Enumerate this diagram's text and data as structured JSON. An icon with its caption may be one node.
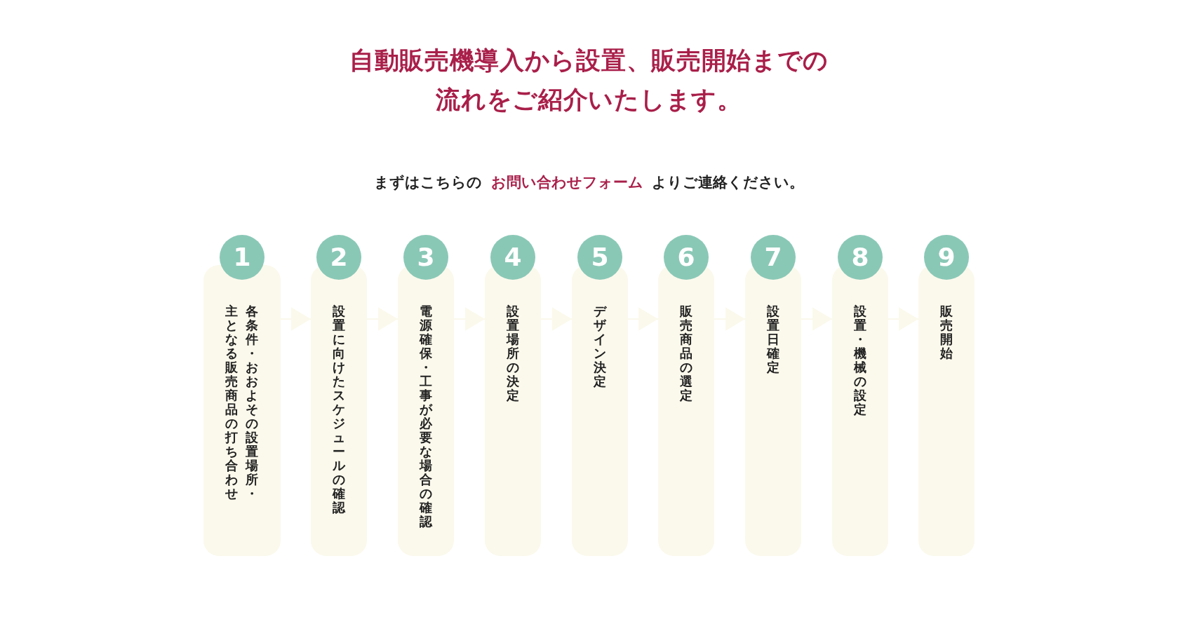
{
  "diagram": {
    "title": "自動販売機導入から設置、販売開始までの流れをご紹介いたします。",
    "nodes": [
      {
        "text": [
          "1",
          "各条件・おおよその設置場所・主となる販売商品の打ち合わせ"
        ]
      },
      {
        "text": [
          "2",
          "設置に向けたスケジュールの確認"
        ]
      },
      {
        "text": [
          "3",
          "電源確保・工事が必要な場合の確認"
        ]
      },
      {
        "text": [
          "4",
          "設置場所の決定"
        ]
      },
      {
        "text": [
          "5",
          "デザイン決定"
        ]
      },
      {
        "text": [
          "6",
          "販売商品の選定"
        ]
      },
      {
        "text": [
          "7",
          "設置日確定"
        ]
      },
      {
        "text": [
          "8",
          "設置・機械の設定"
        ]
      },
      {
        "text": [
          "9",
          "販売開始"
        ]
      }
    ],
    "edges": [
      {
        "from": 0,
        "to": 1,
        "arrow": "to"
      },
      {
        "from": 1,
        "to": 2,
        "arrow": "to"
      },
      {
        "from": 2,
        "to": 3,
        "arrow": "to"
      },
      {
        "from": 3,
        "to": 4,
        "arrow": "to"
      },
      {
        "from": 4,
        "to": 5,
        "arrow": "to"
      },
      {
        "from": 5,
        "to": 6,
        "arrow": "to"
      },
      {
        "from": 6,
        "to": 7,
        "arrow": "to"
      },
      {
        "from": 7,
        "to": 8,
        "arrow": "to"
      }
    ],
    "labels": [
      "まずはこちらの",
      "お問い合わせフォーム",
      "よりご連絡ください。"
    ]
  }
}
